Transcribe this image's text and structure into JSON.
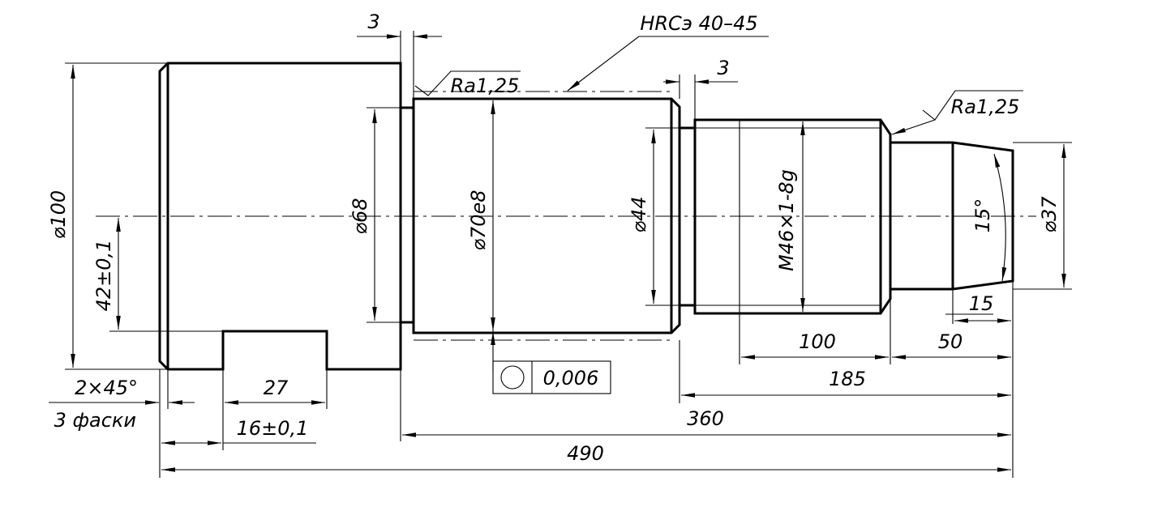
{
  "colors": {
    "line": "#000000",
    "background": "#ffffff"
  },
  "dimensions": {
    "d100": "⌀100",
    "d68": "⌀68",
    "d70": "⌀70e8",
    "d44": "⌀44",
    "thread": "M46×1-8g",
    "d37": "⌀37",
    "taper_angle": "15°",
    "len_15": "15",
    "len_50": "50",
    "len_100": "100",
    "len_185": "185",
    "len_360": "360",
    "len_490": "490",
    "slot_27": "27",
    "slot_16": "16±0,1",
    "slot_depth": "42±0,1",
    "chamfer": "2×45°",
    "chamfer_note": "3 фаски",
    "groove_left": "3",
    "groove_right": "3"
  },
  "annotations": {
    "hardness": "HRCэ 40–45",
    "roughness_1": "Ra1,25",
    "roughness_2": "Ra1,25",
    "roundness_tolerance": "0,006",
    "roundness_symbol": "roundness-symbol"
  }
}
